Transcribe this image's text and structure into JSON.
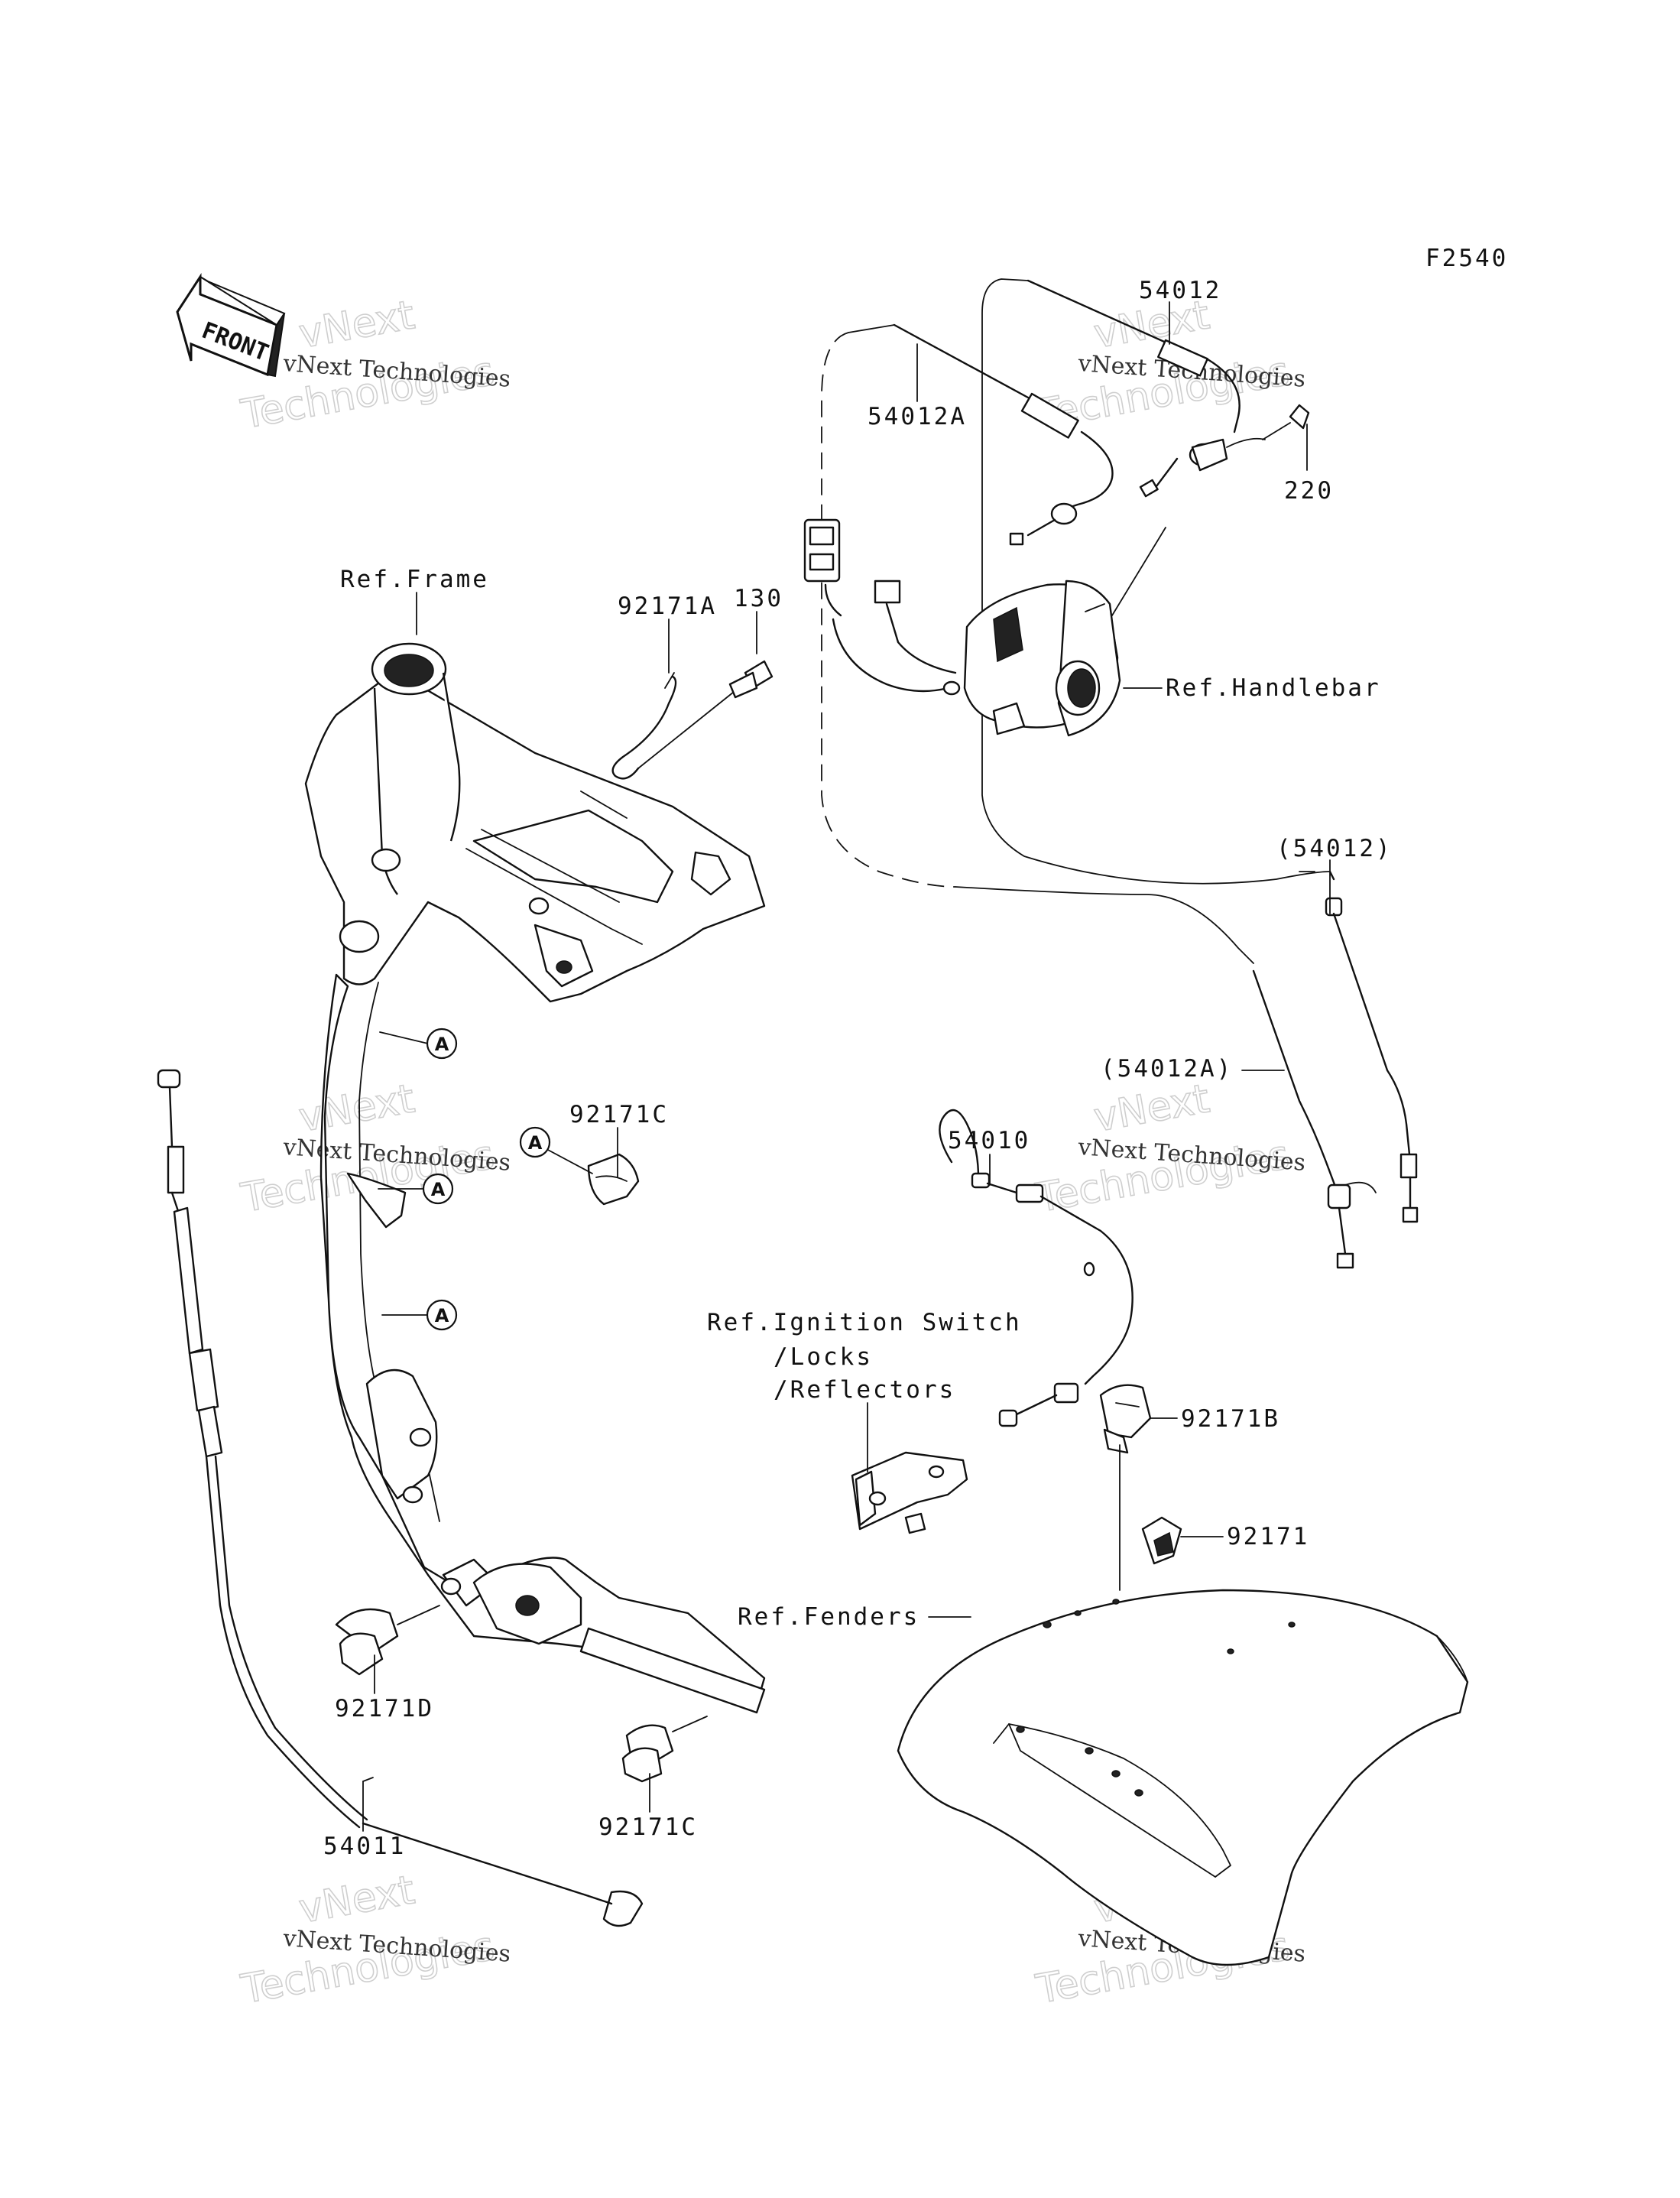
{
  "figure_code": "F2540",
  "front_marker": "FRONT",
  "labels": {
    "p54012": "54012",
    "p54012A": "54012A",
    "p220": "220",
    "p92171A": "92171A",
    "p130": "130",
    "ref_frame": "Ref.Frame",
    "ref_handlebar": "Ref.Handlebar",
    "p54012_ref": "(54012)",
    "p54012A_ref": "(54012A)",
    "p92171C_top": "92171C",
    "p54010": "54010",
    "ref_ignition_1": "Ref.Ignition Switch",
    "ref_ignition_2": "/Locks",
    "ref_ignition_3": "/Reflectors",
    "p92171B": "92171B",
    "p92171": "92171",
    "ref_fenders": "Ref.Fenders",
    "p92171D": "92171D",
    "p92171C_bottom": "92171C",
    "p54011": "54011"
  },
  "callout_marker": "A",
  "watermark": {
    "line1": "vNext Technologies",
    "line2": "vNext",
    "line3": "Technologies"
  }
}
